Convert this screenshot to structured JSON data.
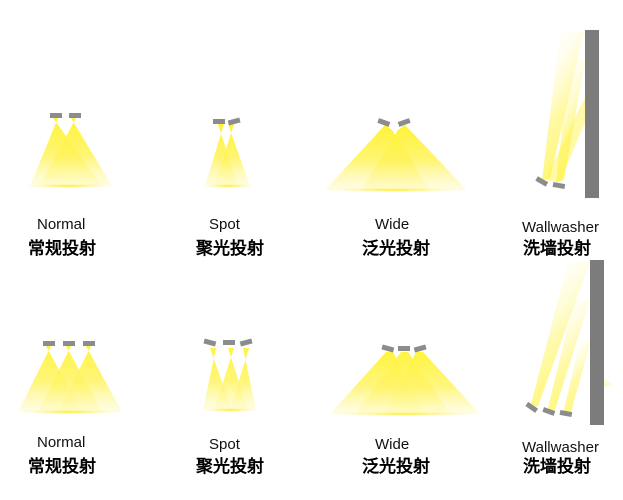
{
  "colors": {
    "beam_core": "#FFF21E",
    "beam_edge": "#FFFFFF",
    "fixture": "#8C8C8C",
    "wall": "#7C7C7C",
    "text": "#111111"
  },
  "panels": [
    {
      "id": "normal-1",
      "type": "normal",
      "lamps": 2,
      "en": "Normal",
      "cn": "常规投射"
    },
    {
      "id": "spot-1",
      "type": "spot",
      "lamps": 2,
      "en": "Spot",
      "cn": "聚光投射"
    },
    {
      "id": "wide-1",
      "type": "wide",
      "lamps": 2,
      "en": "Wide",
      "cn": "泛光投射"
    },
    {
      "id": "wallwasher-1",
      "type": "wallwasher",
      "lamps": 2,
      "en": "Wallwasher",
      "cn": "洗墙投射"
    },
    {
      "id": "normal-2",
      "type": "normal",
      "lamps": 3,
      "en": "Normal",
      "cn": "常规投射"
    },
    {
      "id": "spot-2",
      "type": "spot",
      "lamps": 3,
      "en": "Spot",
      "cn": "聚光投射"
    },
    {
      "id": "wide-2",
      "type": "wide",
      "lamps": 3,
      "en": "Wide",
      "cn": "泛光投射"
    },
    {
      "id": "wallwasher-2",
      "type": "wallwasher",
      "lamps": 3,
      "en": "Wallwasher",
      "cn": "洗墙投射"
    }
  ]
}
